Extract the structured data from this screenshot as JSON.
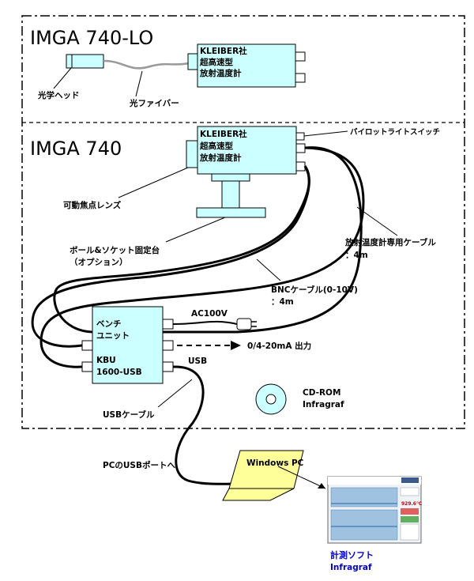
{
  "sections": {
    "lo_title": "IMGA 740-LO",
    "std_title": "IMGA 740"
  },
  "lo": {
    "device_label": [
      "KLEIBER社",
      "超高速型",
      "放射温度計"
    ],
    "optical_head": "光学ヘッド",
    "optical_fiber": "光ファイバー"
  },
  "std": {
    "device_label": [
      "KLEIBER社",
      "超高速型",
      "放射温度計"
    ],
    "pilot_switch": "パイロットライトスイッチ",
    "lens": "可動焦点レンズ",
    "mount": [
      "ボール&ソケット固定台",
      "（オプション）"
    ],
    "sensor_cable": [
      "放射温度計専用ケーブル",
      "：4m"
    ],
    "bnc_cable": [
      "BNCケーブル(0-10V)",
      "：4m"
    ]
  },
  "unit": {
    "label_top": [
      "ベンチ",
      "ユニット"
    ],
    "label_bottom": [
      "KBU",
      "1600-USB"
    ],
    "ac": "AC100V",
    "output": "0/4-20mA  出力",
    "usb": "USB"
  },
  "usb_cable": "USBケーブル",
  "cdrom": [
    "CD-ROM",
    "Infragraf"
  ],
  "pc_port": "PCのUSBポートへ",
  "pc_label": "Windows PC",
  "software": [
    "計測ソフト",
    "Infragraf"
  ],
  "screen_value": "929.6℃",
  "colors": {
    "device_fill": "#ccffff",
    "pc_fill": "#ffff99",
    "software_text": "#0000cc"
  }
}
